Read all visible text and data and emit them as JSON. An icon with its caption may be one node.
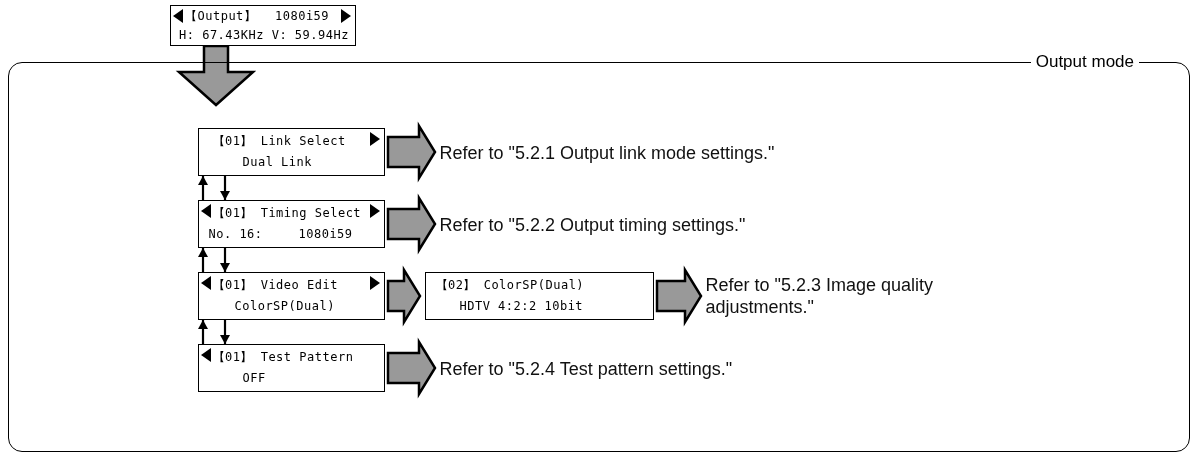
{
  "diagram": {
    "nodes": [
      {
        "text": [
          "【Output】",
          "1080i59",
          "H: 67.43KHz V: 59.94Hz"
        ]
      },
      {
        "text": [
          "Output mode"
        ]
      },
      {
        "text": [
          "【01】 Link Select",
          "Dual Link"
        ],
        "in": 1
      },
      {
        "text": [
          "Refer to \"5.2.1 Output link mode settings.\""
        ],
        "in": 1
      },
      {
        "text": [
          "【01】 Timing Select",
          "No. 16:",
          "1080i59"
        ],
        "in": 1
      },
      {
        "text": [
          "Refer to \"5.2.2 Output timing settings.\""
        ],
        "in": 1
      },
      {
        "text": [
          "【01】 Video Edit",
          "ColorSP(Dual)"
        ],
        "in": 1
      },
      {
        "text": [
          "【02】 ColorSP(Dual)",
          "HDTV 4:2:2 10bit"
        ],
        "in": 1
      },
      {
        "text": [
          "Refer to \"5.2.3 Image quality adjustments.\""
        ],
        "in": 1
      },
      {
        "text": [
          "【01】 Test Pattern",
          "OFF"
        ],
        "in": 1
      },
      {
        "text": [
          "Refer to \"5.2.4 Test pattern settings.\""
        ],
        "in": 1
      }
    ],
    "edges": [
      {
        "from": 0,
        "to": 1,
        "arrow": "to",
        "style": "thick"
      },
      {
        "from": 2,
        "to": 3,
        "arrow": "to",
        "style": "thick"
      },
      {
        "from": 4,
        "to": 2,
        "arrow": "to"
      },
      {
        "from": 2,
        "to": 4,
        "arrow": "to"
      },
      {
        "from": 4,
        "to": 5,
        "arrow": "to",
        "style": "thick"
      },
      {
        "from": 6,
        "to": 4,
        "arrow": "to"
      },
      {
        "from": 4,
        "to": 6,
        "arrow": "to"
      },
      {
        "from": 6,
        "to": 7,
        "arrow": "to",
        "style": "thick"
      },
      {
        "from": 7,
        "to": 8,
        "arrow": "to",
        "style": "thick"
      },
      {
        "from": 9,
        "to": 6,
        "arrow": "to"
      },
      {
        "from": 6,
        "to": 9,
        "arrow": "to"
      },
      {
        "from": 9,
        "to": 10,
        "arrow": "to",
        "style": "thick"
      }
    ]
  }
}
